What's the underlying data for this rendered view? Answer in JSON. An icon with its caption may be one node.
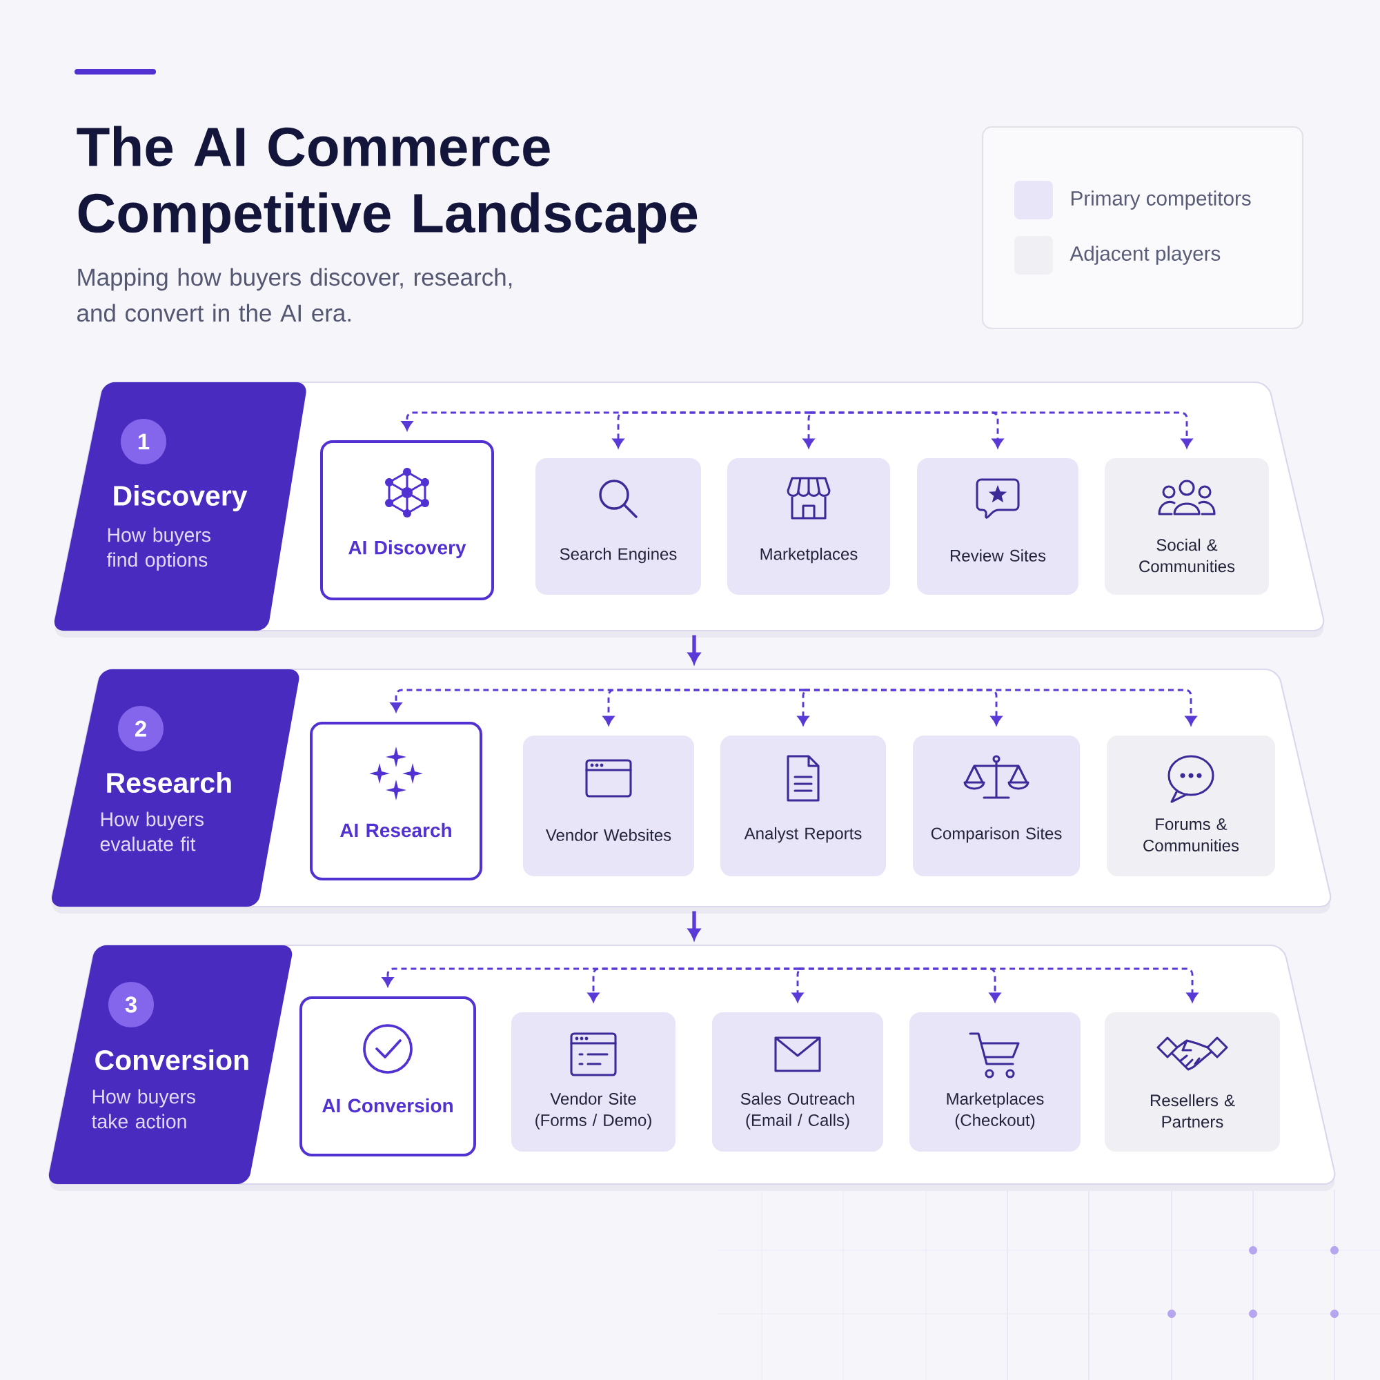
{
  "diagram": {
    "title": "The AI Commerce Competitive Landscape",
    "nodes": [
      {
        "text": [
          "Discovery",
          "How buyers find options"
        ]
      },
      {
        "text": [
          "1"
        ],
        "in": 0
      },
      {
        "text": [
          "AI Discovery"
        ],
        "in": 0
      },
      {
        "text": [
          "Search Engines"
        ],
        "in": 0
      },
      {
        "text": [
          "Marketplaces"
        ],
        "in": 0
      },
      {
        "text": [
          "Review Sites"
        ],
        "in": 0
      },
      {
        "text": [
          "Social & Communities"
        ],
        "in": 0
      },
      {
        "text": [
          "Research",
          "How buyers evaluate fit"
        ]
      },
      {
        "text": [
          "2"
        ],
        "in": 7
      },
      {
        "text": [
          "AI Research"
        ],
        "in": 7
      },
      {
        "text": [
          "Vendor Websites"
        ],
        "in": 7
      },
      {
        "text": [
          "Analyst Reports"
        ],
        "in": 7
      },
      {
        "text": [
          "Comparison Sites"
        ],
        "in": 7
      },
      {
        "text": [
          "Forums & Communities"
        ],
        "in": 7
      },
      {
        "text": [
          "Conversion",
          "How buyers take action"
        ]
      },
      {
        "text": [
          "3"
        ],
        "in": 14
      },
      {
        "text": [
          "AI Conversion"
        ],
        "in": 14
      },
      {
        "text": [
          "Vendor Site (Forms / Demo)"
        ],
        "in": 14
      },
      {
        "text": [
          "Sales Outreach (Email / Calls)"
        ],
        "in": 14
      },
      {
        "text": [
          "Marketplaces (Checkout)"
        ],
        "in": 14
      },
      {
        "text": [
          "Resellers & Partners"
        ],
        "in": 14
      }
    ],
    "edges": [
      {
        "from": null,
        "to": 2,
        "arrow": "to",
        "style": "dashed"
      },
      {
        "from": null,
        "to": 3,
        "arrow": "to",
        "style": "dashed"
      },
      {
        "from": null,
        "to": 4,
        "arrow": "to",
        "style": "dashed"
      },
      {
        "from": null,
        "to": 5,
        "arrow": "to",
        "style": "dashed"
      },
      {
        "from": null,
        "to": 6,
        "arrow": "to",
        "style": "dashed"
      },
      {
        "from": 0,
        "to": 7,
        "arrow": "to"
      },
      {
        "from": null,
        "to": 9,
        "arrow": "to",
        "style": "dashed"
      },
      {
        "from": null,
        "to": 10,
        "arrow": "to",
        "style": "dashed"
      },
      {
        "from": null,
        "to": 11,
        "arrow": "to",
        "style": "dashed"
      },
      {
        "from": null,
        "to": 12,
        "arrow": "to",
        "style": "dashed"
      },
      {
        "from": null,
        "to": 13,
        "arrow": "to",
        "style": "dashed"
      },
      {
        "from": 7,
        "to": 14,
        "arrow": "to"
      },
      {
        "from": null,
        "to": 16,
        "arrow": "to",
        "style": "dashed"
      },
      {
        "from": null,
        "to": 17,
        "arrow": "to",
        "style": "dashed"
      },
      {
        "from": null,
        "to": 18,
        "arrow": "to",
        "style": "dashed"
      },
      {
        "from": null,
        "to": 19,
        "arrow": "to",
        "style": "dashed"
      },
      {
        "from": null,
        "to": 20,
        "arrow": "to",
        "style": "dashed"
      }
    ],
    "labels": [
      "Mapping how buyers discover, research, and convert in the AI era."
    ],
    "legend": [
      {
        "text": "Primary competitors",
        "color": "#e9e5f8"
      },
      {
        "text": "Adjacent players",
        "color": "#f0f0f4"
      }
    ]
  }
}
